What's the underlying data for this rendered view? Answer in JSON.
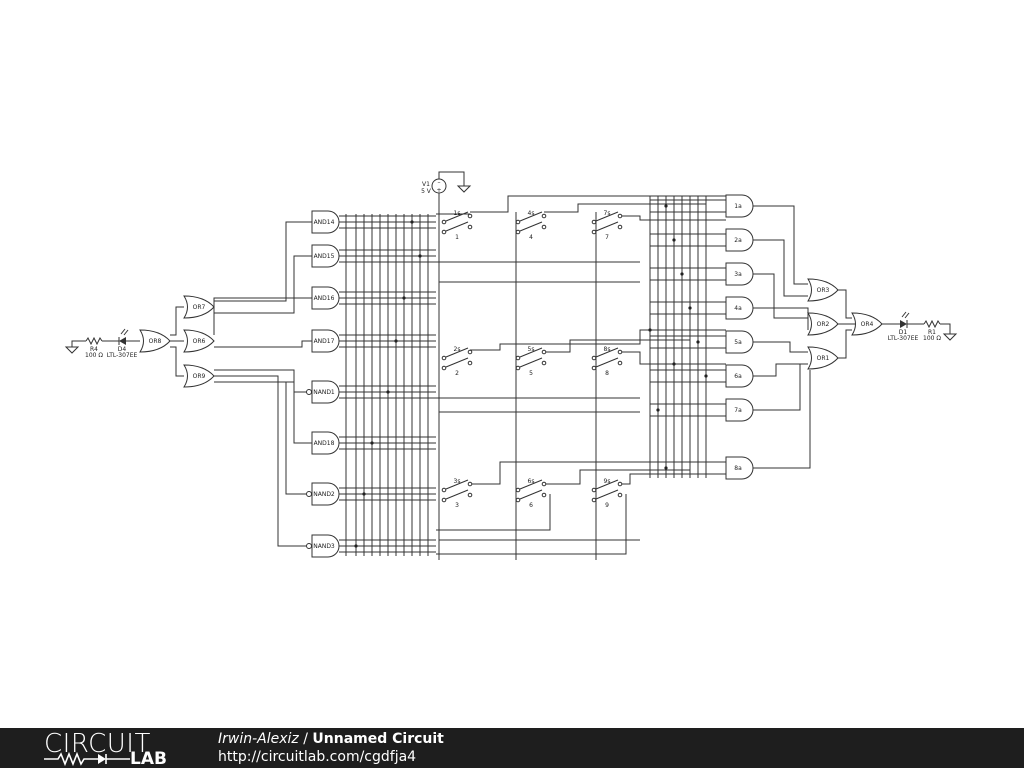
{
  "schematic": {
    "source": {
      "name": "V1",
      "value": "5 V"
    },
    "and_gates_left": [
      "AND14",
      "AND15",
      "AND16",
      "AND17"
    ],
    "nand_gates_left": [
      "NAND1",
      "AND18",
      "NAND2",
      "NAND3"
    ],
    "or_gates_left": [
      "OR7",
      "OR6",
      "OR9"
    ],
    "or_final_left": "OR8",
    "switch_top_labels": [
      "1s",
      "4s",
      "7s",
      "2s",
      "5s",
      "8s",
      "3s",
      "6s",
      "9s"
    ],
    "switch_bottom_labels": [
      "1",
      "4",
      "7",
      "2",
      "5",
      "8",
      "3",
      "6",
      "9"
    ],
    "and_gates_right": [
      "1a",
      "2a",
      "3a",
      "4a",
      "5a",
      "6a",
      "7a",
      "8a"
    ],
    "or_gates_right": [
      "OR3",
      "OR2",
      "OR1"
    ],
    "or_final_right": "OR4",
    "led_left": {
      "resistor": "R4",
      "resistor_value": "100 Ω",
      "diode": "D4",
      "diode_part": "LTL-307EE"
    },
    "led_right": {
      "resistor": "R1",
      "resistor_value": "100 Ω",
      "diode": "D1",
      "diode_part": "LTL-307EE"
    }
  },
  "footer": {
    "logo_top": "CIRCUIT",
    "logo_bottom": "LAB",
    "author": "Irwin-Alexiz",
    "separator": " / ",
    "circuit_name": "Unnamed Circuit",
    "url": "http://circuitlab.com/cgdfja4"
  }
}
